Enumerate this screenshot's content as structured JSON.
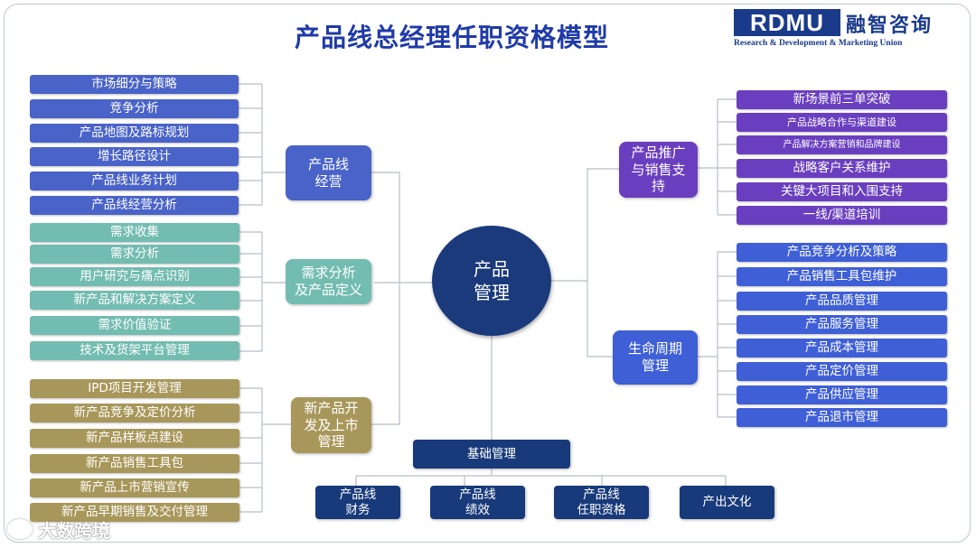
{
  "title": "产品线总经理任职资格模型",
  "logo": {
    "brand": "RDMU",
    "name_cn": "融智咨询",
    "tagline": "Research & Development & Marketing Union"
  },
  "center": "产品\n管理",
  "left_groups": [
    {
      "hub": "产品线\n经营",
      "items": [
        "市场细分与策略",
        "竞争分析",
        "产品地图及路标规划",
        "增长路径设计",
        "产品线业务计划",
        "产品线经营分析"
      ]
    },
    {
      "hub": "需求分析\n及产品定义",
      "items": [
        "需求收集",
        "需求分析",
        "用户研究与痛点识别",
        "新产品和解决方案定义",
        "需求价值验证",
        "技术及货架平台管理"
      ]
    },
    {
      "hub": "新产品开\n发及上市\n管理",
      "items": [
        "IPD项目开发管理",
        "新产品竞争及定价分析",
        "新产品样板点建设",
        "新产品销售工具包",
        "新产品上市营销宣传",
        "新产品早期销售及交付管理"
      ]
    }
  ],
  "right_groups": [
    {
      "hub": "产品推广\n与销售支\n持",
      "items": [
        "新场景前三单突破",
        "产品战略合作与渠道建设",
        "产品解决方案营销和品牌建设",
        "战略客户关系维护",
        "关键大项目和入围支持",
        "一线/渠道培训"
      ]
    },
    {
      "hub": "生命周期\n管理",
      "items": [
        "产品竞争分析及策略",
        "产品销售工具包维护",
        "产品品质管理",
        "产品服务管理",
        "产品成本管理",
        "产品定价管理",
        "产品供应管理",
        "产品退市管理"
      ]
    }
  ],
  "foundation": {
    "label": "基础管理",
    "items": [
      "产品线\n财务",
      "产品线\n绩效",
      "产品线\n任职资格",
      "产出文化"
    ]
  },
  "watermark": "大数跨境",
  "colors": {
    "title": "#1f3aa8",
    "group1": "#4a63c8",
    "group2": "#73bcb1",
    "group3": "#a8975a",
    "right1": "#6a3fbf",
    "right2": "#3f5fd6",
    "navy": "#183a7a"
  }
}
